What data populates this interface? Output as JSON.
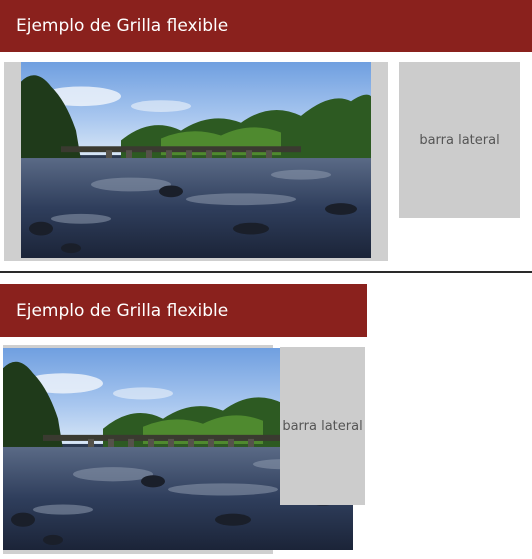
{
  "example1": {
    "header_title": "Ejemplo de Grilla flexible",
    "sidebar_label": "barra lateral"
  },
  "example2": {
    "header_title": "Ejemplo de Grilla flexible",
    "sidebar_label": "barra lateral"
  },
  "colors": {
    "header_bg": "#8a211d",
    "header_text": "#ffffff",
    "sidebar_bg": "#cccccc",
    "frame_bg": "#cfcfcf",
    "divider": "#2a2a2a"
  }
}
